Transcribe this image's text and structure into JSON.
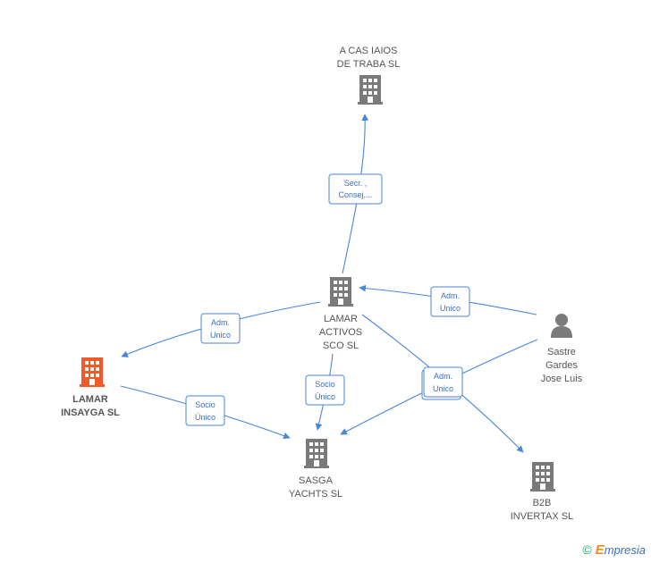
{
  "colors": {
    "edge": "#4a86d8",
    "company": "#7a7a7a",
    "highlight": "#f05a2a",
    "person": "#7a7a7a"
  },
  "nodes": [
    {
      "id": "acas",
      "type": "company",
      "icon": "building-icon",
      "lines": [
        "A CAS IAIOS",
        "DE TRABA SL"
      ],
      "highlight": false
    },
    {
      "id": "lamar_activos",
      "type": "company",
      "icon": "building-icon",
      "lines": [
        "LAMAR",
        "ACTIVOS",
        "SCO SL"
      ],
      "highlight": false
    },
    {
      "id": "lamar_insayga",
      "type": "company",
      "icon": "building-icon",
      "lines": [
        "LAMAR",
        "INSAYGA SL"
      ],
      "highlight": true
    },
    {
      "id": "sastre",
      "type": "person",
      "icon": "person-icon",
      "lines": [
        "Sastre",
        "Gardes",
        "Jose Luis"
      ],
      "highlight": false
    },
    {
      "id": "sasga",
      "type": "company",
      "icon": "building-icon",
      "lines": [
        "SASGA",
        "YACHTS SL"
      ],
      "highlight": false
    },
    {
      "id": "b2b",
      "type": "company",
      "icon": "building-icon",
      "lines": [
        "B2B",
        "INVERTAX SL"
      ],
      "highlight": false
    }
  ],
  "edges": [
    {
      "from": "lamar_activos",
      "to": "acas",
      "lines": [
        "Secr. ,",
        "Consej...."
      ]
    },
    {
      "from": "sastre",
      "to": "lamar_activos",
      "lines": [
        "Adm.",
        "Unico"
      ]
    },
    {
      "from": "lamar_activos",
      "to": "lamar_insayga",
      "lines": [
        "Adm.",
        "Unico"
      ]
    },
    {
      "from": "lamar_insayga",
      "to": "sasga",
      "lines": [
        "Socio",
        "Único"
      ]
    },
    {
      "from": "lamar_activos",
      "to": "sasga",
      "lines": [
        "Socio",
        "Único"
      ]
    },
    {
      "from": "sastre",
      "to": "sasga",
      "lines": [
        "Adm.",
        "Unico"
      ]
    },
    {
      "from": "lamar_activos",
      "to": "b2b",
      "lines": []
    }
  ],
  "footer": {
    "copyright": "©",
    "brand_first": "E",
    "brand_rest": "mpresia"
  }
}
